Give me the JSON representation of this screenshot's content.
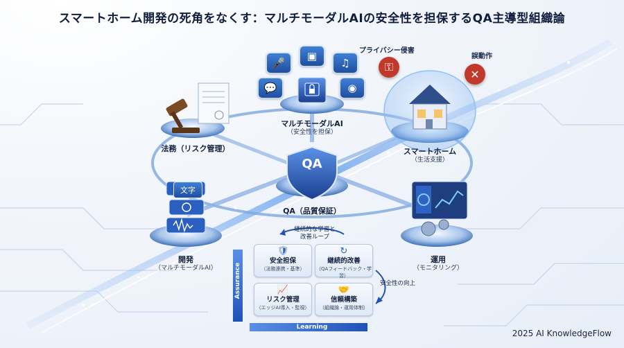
{
  "title": "スマートホーム開発の死角をなくす：マルチモーダルAIの安全性を担保するQA主導型組織論",
  "nodes": {
    "multimodal": {
      "label": "マルチモーダルAI",
      "sub": "（安全性を担保）"
    },
    "legal": {
      "label": "法務（リスク管理）"
    },
    "smarthome": {
      "label": "スマートホーム",
      "sub": "（生活支援）"
    },
    "qa": {
      "label": "QA（品質保証）",
      "badge": "QA"
    },
    "dev": {
      "label": "開発",
      "sub": "（マルチモーダルAI）"
    },
    "ops": {
      "label": "運用",
      "sub": "（モニタリング）"
    }
  },
  "risks": {
    "privacy": "プライバシー侵害",
    "malfunction": "誤動作"
  },
  "dev_panel": {
    "text_label": "文字"
  },
  "qa_panel": {
    "loop_label_1": "継続的な学習と",
    "loop_label_2": "改善ループ",
    "safety_label": "安全性の向上",
    "axis_vertical": "Assurance",
    "axis_horizontal": "Learning",
    "cards": [
      {
        "title": "安全担保",
        "sub": "（法務連携・基準）"
      },
      {
        "title": "継続的改善",
        "sub": "（QAフィードバック・学習）"
      },
      {
        "title": "リスク管理",
        "sub": "（エッジAI導入・監視）"
      },
      {
        "title": "信頼構築",
        "sub": "（組織論・運用体制）"
      }
    ]
  },
  "credit": "2025 AI KnowledgeFlow",
  "colors": {
    "accent": "#1f52b8",
    "risk_red": "#c0392b",
    "node_blue": "#3f7fd6"
  }
}
